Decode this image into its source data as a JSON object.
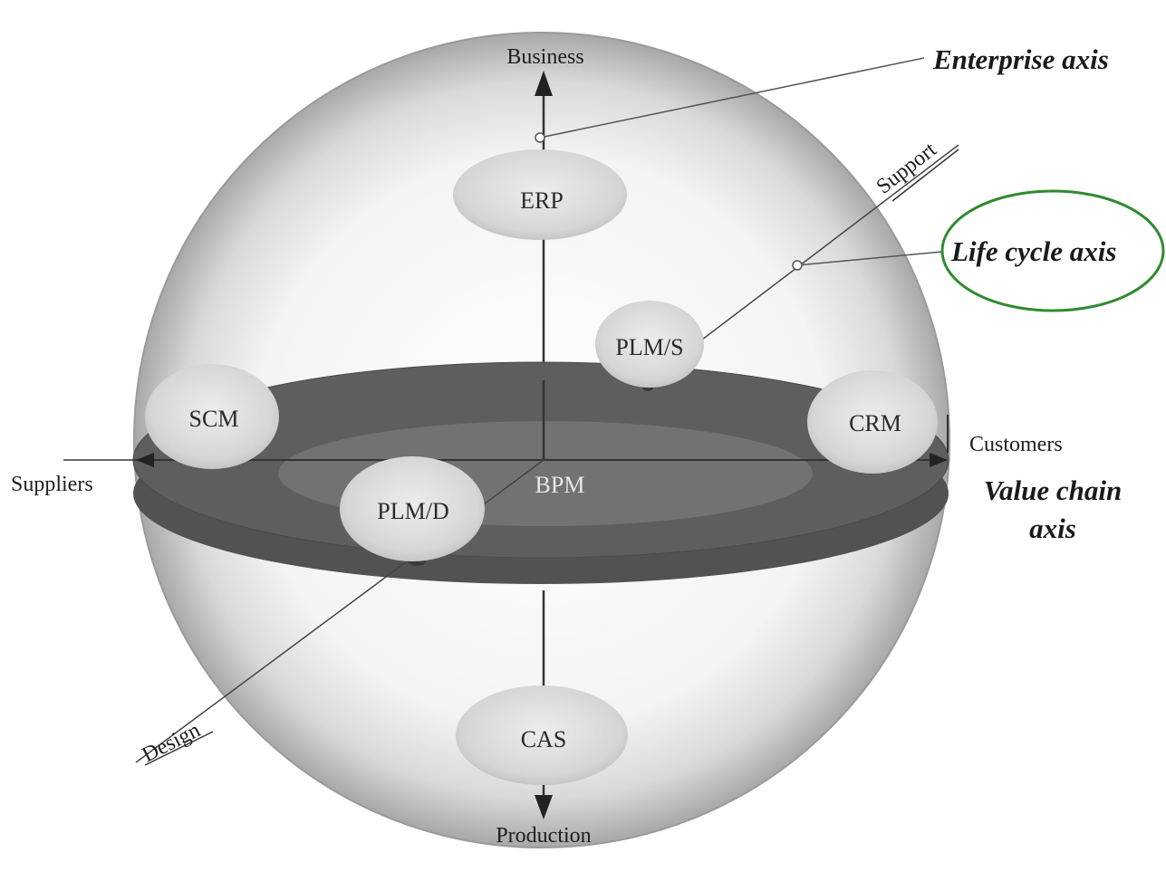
{
  "nodes": {
    "erp": "ERP",
    "plm_s": "PLM/S",
    "scm": "SCM",
    "crm": "CRM",
    "plm_d": "PLM/D",
    "bpm": "BPM",
    "cas": "CAS"
  },
  "axis_ends": {
    "business": "Business",
    "production": "Production",
    "suppliers": "Suppliers",
    "customers": "Customers",
    "support": "Support",
    "design": "Design"
  },
  "axis_titles": {
    "enterprise": "Enterprise axis",
    "life_cycle": "Life cycle axis",
    "value_chain_line1": "Value chain",
    "value_chain_line2": "axis"
  },
  "colors": {
    "sphere_edge": "#8a8a8a",
    "disc_dark": "#555555",
    "disc_inner": "#6e6e6e",
    "node_fill": "#dcdcdc",
    "highlight_circle": "#2e8b2e"
  }
}
